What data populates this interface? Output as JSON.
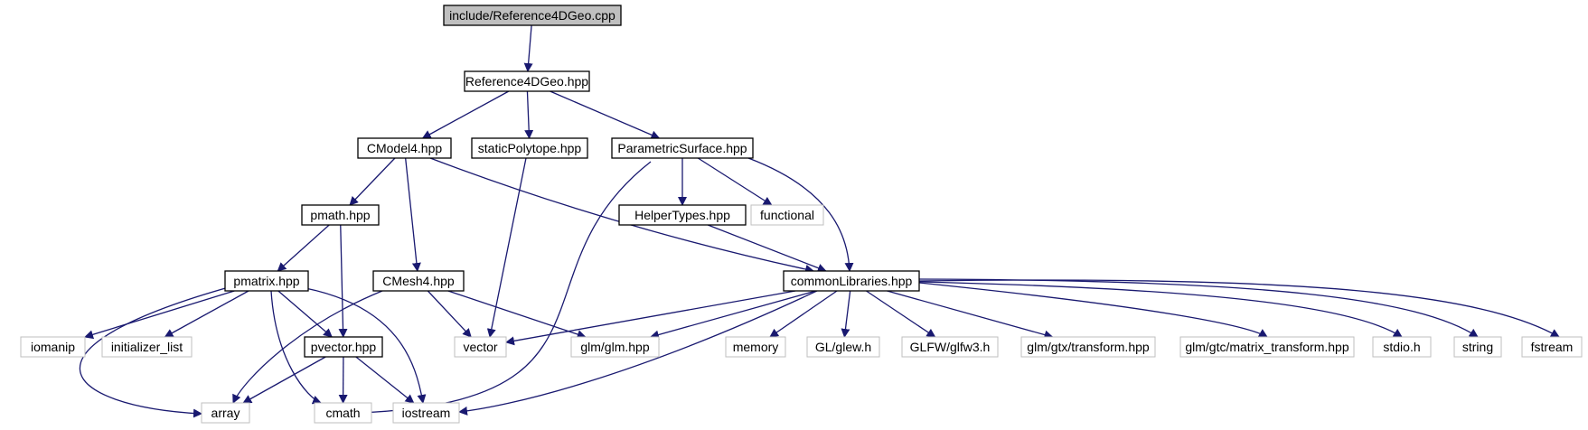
{
  "diagram": {
    "root": {
      "id": "root",
      "label": "include/Reference4DGeo.cpp"
    },
    "nodes": [
      {
        "id": "root",
        "label": "include/Reference4DGeo.cpp",
        "kind": "root"
      },
      {
        "id": "ref",
        "label": "Reference4DGeo.hpp",
        "kind": "local"
      },
      {
        "id": "cmodel",
        "label": "CModel4.hpp",
        "kind": "local"
      },
      {
        "id": "staticpoly",
        "label": "staticPolytope.hpp",
        "kind": "local"
      },
      {
        "id": "param",
        "label": "ParametricSurface.hpp",
        "kind": "local"
      },
      {
        "id": "pmath",
        "label": "pmath.hpp",
        "kind": "local"
      },
      {
        "id": "helper",
        "label": "HelperTypes.hpp",
        "kind": "local"
      },
      {
        "id": "functional",
        "label": "functional",
        "kind": "external"
      },
      {
        "id": "pmatrix",
        "label": "pmatrix.hpp",
        "kind": "local"
      },
      {
        "id": "cmesh",
        "label": "CMesh4.hpp",
        "kind": "local"
      },
      {
        "id": "common",
        "label": "commonLibraries.hpp",
        "kind": "local"
      },
      {
        "id": "iomanip",
        "label": "iomanip",
        "kind": "external"
      },
      {
        "id": "initlist",
        "label": "initializer_list",
        "kind": "external"
      },
      {
        "id": "pvector",
        "label": "pvector.hpp",
        "kind": "local"
      },
      {
        "id": "vector",
        "label": "vector",
        "kind": "external"
      },
      {
        "id": "glm",
        "label": "glm/glm.hpp",
        "kind": "external"
      },
      {
        "id": "memory",
        "label": "memory",
        "kind": "external"
      },
      {
        "id": "glew",
        "label": "GL/glew.h",
        "kind": "external"
      },
      {
        "id": "glfw",
        "label": "GLFW/glfw3.h",
        "kind": "external"
      },
      {
        "id": "gtxtrans",
        "label": "glm/gtx/transform.hpp",
        "kind": "external"
      },
      {
        "id": "gtcmat",
        "label": "glm/gtc/matrix_transform.hpp",
        "kind": "external"
      },
      {
        "id": "stdio",
        "label": "stdio.h",
        "kind": "external"
      },
      {
        "id": "string",
        "label": "string",
        "kind": "external"
      },
      {
        "id": "fstream",
        "label": "fstream",
        "kind": "external"
      },
      {
        "id": "array",
        "label": "array",
        "kind": "external"
      },
      {
        "id": "cmath",
        "label": "cmath",
        "kind": "external"
      },
      {
        "id": "iostream",
        "label": "iostream",
        "kind": "external"
      }
    ],
    "edges": [
      {
        "from": "root",
        "to": "ref"
      },
      {
        "from": "ref",
        "to": "cmodel"
      },
      {
        "from": "ref",
        "to": "staticpoly"
      },
      {
        "from": "ref",
        "to": "param"
      },
      {
        "from": "cmodel",
        "to": "pmath"
      },
      {
        "from": "cmodel",
        "to": "cmesh"
      },
      {
        "from": "cmodel",
        "to": "common"
      },
      {
        "from": "staticpoly",
        "to": "vector"
      },
      {
        "from": "param",
        "to": "helper"
      },
      {
        "from": "param",
        "to": "functional"
      },
      {
        "from": "param",
        "to": "common"
      },
      {
        "from": "param",
        "to": "cmath"
      },
      {
        "from": "pmath",
        "to": "pmatrix"
      },
      {
        "from": "pmath",
        "to": "pvector"
      },
      {
        "from": "helper",
        "to": "common"
      },
      {
        "from": "pmatrix",
        "to": "iomanip"
      },
      {
        "from": "pmatrix",
        "to": "initlist"
      },
      {
        "from": "pmatrix",
        "to": "pvector"
      },
      {
        "from": "pmatrix",
        "to": "array"
      },
      {
        "from": "pmatrix",
        "to": "cmath"
      },
      {
        "from": "pmatrix",
        "to": "iostream"
      },
      {
        "from": "cmesh",
        "to": "vector"
      },
      {
        "from": "cmesh",
        "to": "glm"
      },
      {
        "from": "cmesh",
        "to": "array"
      },
      {
        "from": "pvector",
        "to": "array"
      },
      {
        "from": "pvector",
        "to": "cmath"
      },
      {
        "from": "pvector",
        "to": "iostream"
      },
      {
        "from": "common",
        "to": "vector"
      },
      {
        "from": "common",
        "to": "glm"
      },
      {
        "from": "common",
        "to": "memory"
      },
      {
        "from": "common",
        "to": "glew"
      },
      {
        "from": "common",
        "to": "glfw"
      },
      {
        "from": "common",
        "to": "gtxtrans"
      },
      {
        "from": "common",
        "to": "gtcmat"
      },
      {
        "from": "common",
        "to": "stdio"
      },
      {
        "from": "common",
        "to": "string"
      },
      {
        "from": "common",
        "to": "fstream"
      },
      {
        "from": "common",
        "to": "iostream"
      }
    ],
    "colors": {
      "edge": "#191970",
      "root_fill": "#bfbfbf",
      "local_border": "#000000",
      "external_border": "#bfbfbf",
      "background": "#ffffff"
    }
  }
}
